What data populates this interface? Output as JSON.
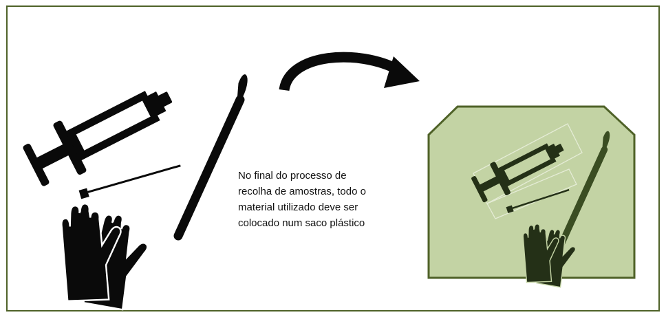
{
  "caption": {
    "lines": [
      "No final do processo de",
      "recolha de amostras, todo o",
      "material utilizado deve ser",
      "colocado num saco plástico"
    ]
  },
  "colors": {
    "frame_border": "#4f6228",
    "bag_fill": "#c3d3a4",
    "bag_border": "#4f6228",
    "bag_items": "#243017",
    "instrument_black": "#0a0a0a",
    "arrow": "#0a0a0a"
  },
  "icons": [
    "syringe-icon",
    "needle-icon",
    "scalpel-icon",
    "gloves-icon",
    "curved-arrow-icon",
    "plastic-bag-icon"
  ]
}
